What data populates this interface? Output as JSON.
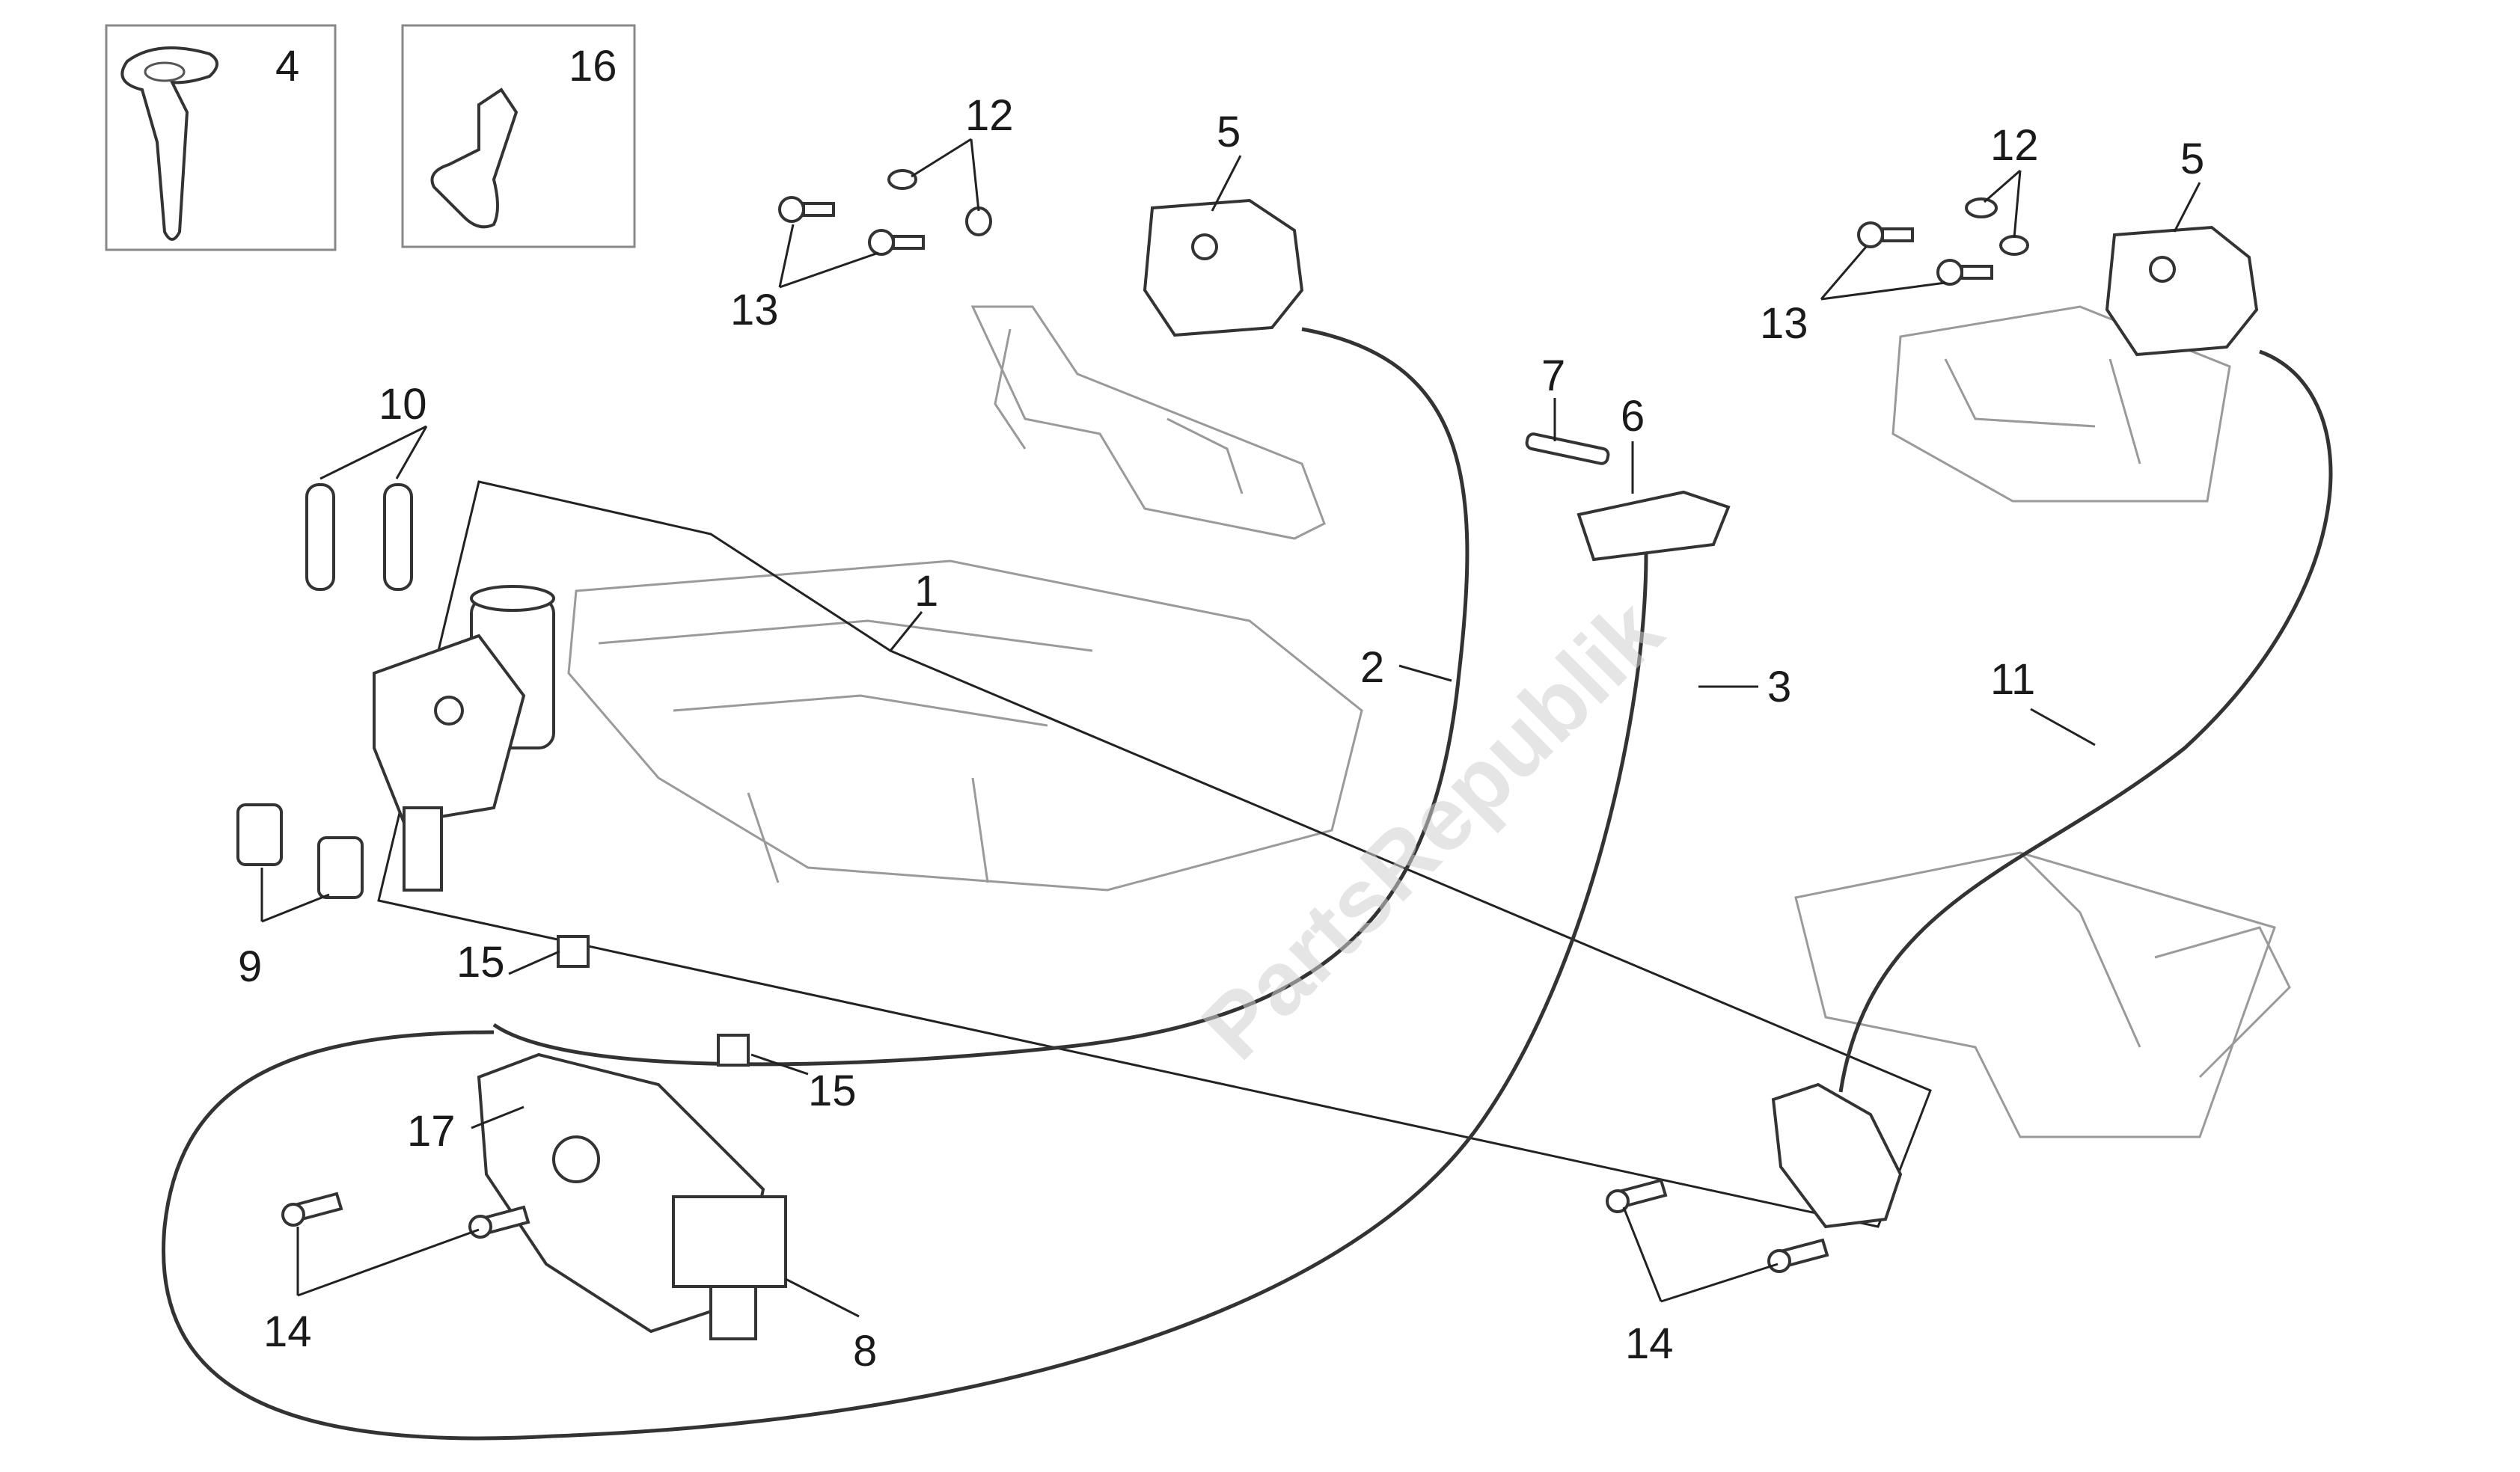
{
  "callouts": [
    "4",
    "16",
    "12",
    "5",
    "13",
    "10",
    "7",
    "6",
    "1",
    "2",
    "3",
    "11",
    "9",
    "15",
    "17",
    "14",
    "8"
  ],
  "watermark": "PartsRepublik"
}
